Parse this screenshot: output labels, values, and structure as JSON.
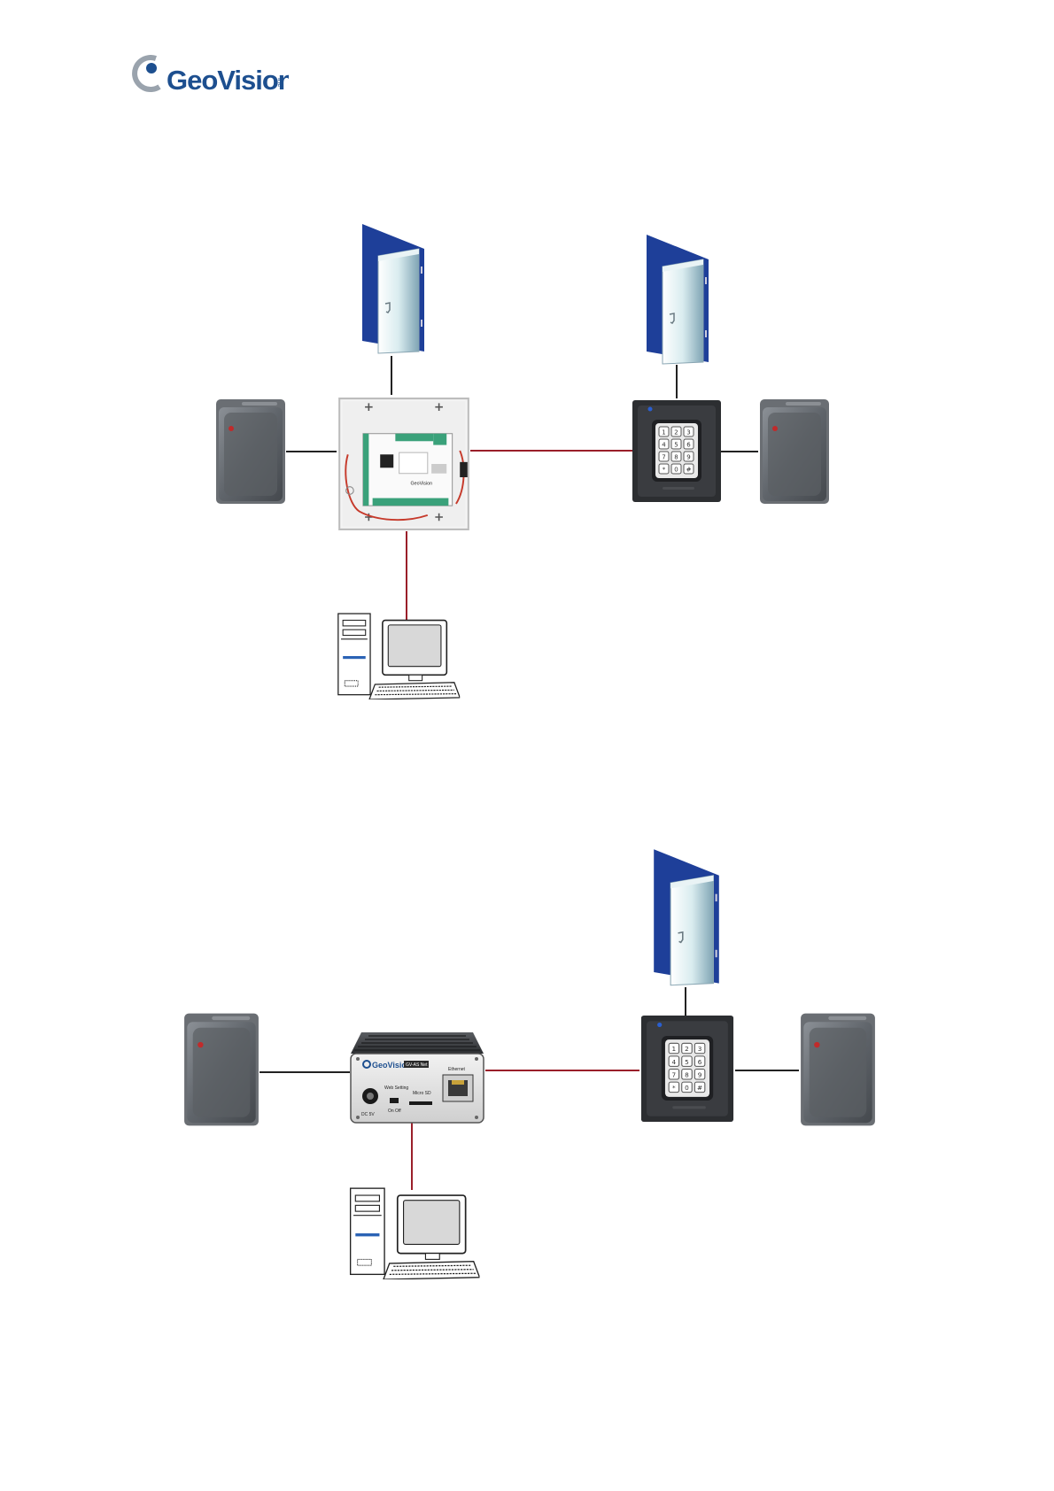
{
  "header": {
    "logo_text": "GeoVision",
    "logo_suffix": "inc"
  },
  "gv_box": {
    "brand": "GeoVision",
    "model": "GV-AS Net",
    "ethernet_label": "Ethernet",
    "web_setting_label": "Web Setting",
    "on_off_label": "On Off",
    "micro_sd_label": "Micro SD",
    "dc_label": "DC 5V"
  },
  "keypad": {
    "keys": [
      "1",
      "2",
      "3",
      "4",
      "5",
      "6",
      "7",
      "8",
      "9",
      "*",
      "0",
      "#"
    ]
  },
  "colors": {
    "brand_blue": "#1d4f8f",
    "network_wire": "#9a1f2a",
    "device_wire": "#222222",
    "door_blue": "#1e3f99"
  }
}
